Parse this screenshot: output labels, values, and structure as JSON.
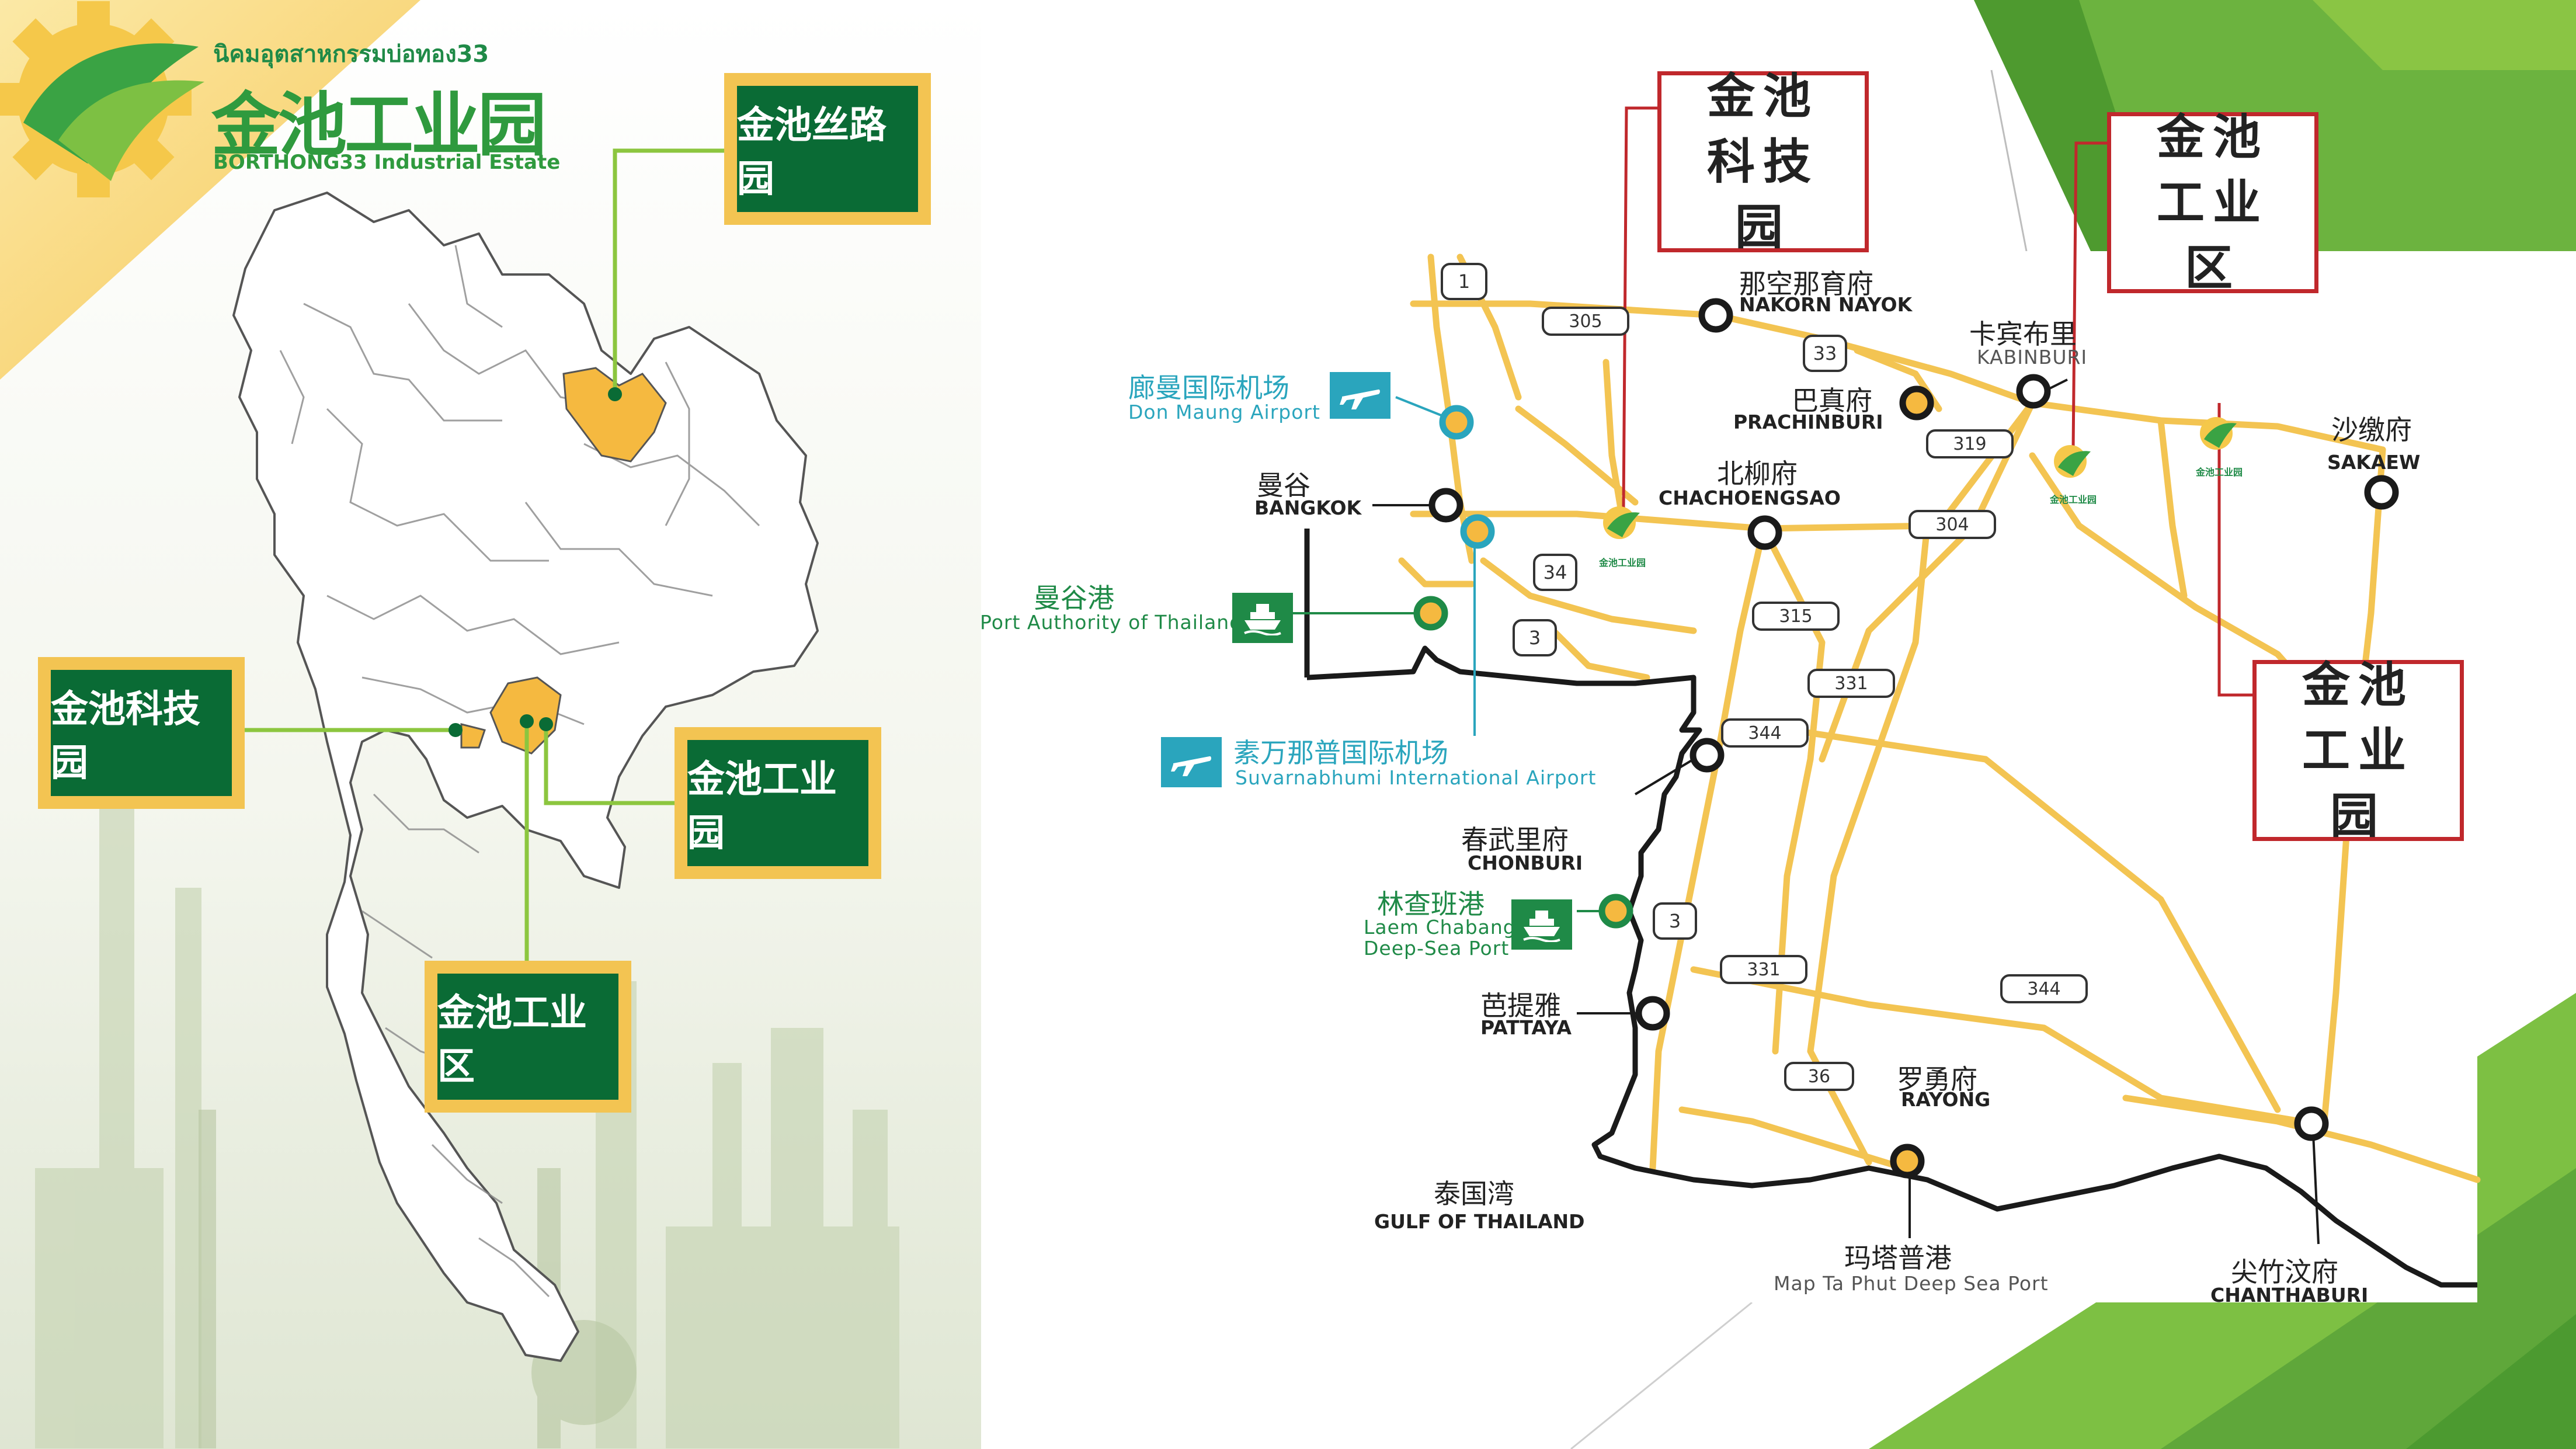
{
  "logo": {
    "thai_name": "นิคมอุตสาหกรรมบ่อทอง33",
    "chinese_name": "金池工业园",
    "english_name": "BORTHONG33 Industrial Estate"
  },
  "left_map": {
    "callouts": [
      {
        "label": "金池丝路园"
      },
      {
        "label": "金池科技园"
      },
      {
        "label": "金池工业园"
      },
      {
        "label": "金池工业区"
      }
    ]
  },
  "right_map": {
    "red_callouts": [
      {
        "label": "金池科技园"
      },
      {
        "label": "金池工业区"
      },
      {
        "label": "金池工业园"
      }
    ],
    "cities": [
      {
        "cn": "那空那育府",
        "en": "NAKORN NAYOK"
      },
      {
        "cn": "卡宾布里",
        "en": "KABINBURI"
      },
      {
        "cn": "巴真府",
        "en": "PRACHINBURI"
      },
      {
        "cn": "沙缴府",
        "en": "SAKAEW"
      },
      {
        "cn": "曼谷",
        "en": "BANGKOK"
      },
      {
        "cn": "北柳府",
        "en": "CHACHOENGSAO"
      },
      {
        "cn": "春武里府",
        "en": "CHONBURI"
      },
      {
        "cn": "芭提雅",
        "en": "PATTAYA"
      },
      {
        "cn": "罗勇府",
        "en": "RAYONG"
      },
      {
        "cn": "泰国湾",
        "en": "GULF OF THAILAND"
      },
      {
        "cn": "尖竹汶府",
        "en": "CHANTHABURI"
      }
    ],
    "facilities": [
      {
        "cn": "廊曼国际机场",
        "en": "Don Maung Airport",
        "icon": "airplane-icon"
      },
      {
        "cn": "曼谷港",
        "en": "Port Authority of Thailand",
        "icon": "ship-icon"
      },
      {
        "cn": "素万那普国际机场",
        "en": "Suvarnabhumi International Airport",
        "icon": "airplane-icon"
      },
      {
        "cn": "林查班港",
        "en": "Laem Chabang",
        "en2": "Deep-Sea Port",
        "icon": "ship-icon"
      },
      {
        "cn": "玛塔普港",
        "en": "Map Ta Phut Deep Sea Port"
      }
    ],
    "routes": [
      "1",
      "305",
      "33",
      "319",
      "304",
      "34",
      "3",
      "315",
      "331",
      "344",
      "3",
      "331",
      "344",
      "36"
    ],
    "estate_logo_text": "金池工业园"
  },
  "colors": {
    "callout_fill": "#0a6b35",
    "callout_border": "#f3c452",
    "road": "#f3c452",
    "highlight": "#f5b940",
    "red_frame": "#c0282c",
    "accent_green": "#7dc043"
  }
}
